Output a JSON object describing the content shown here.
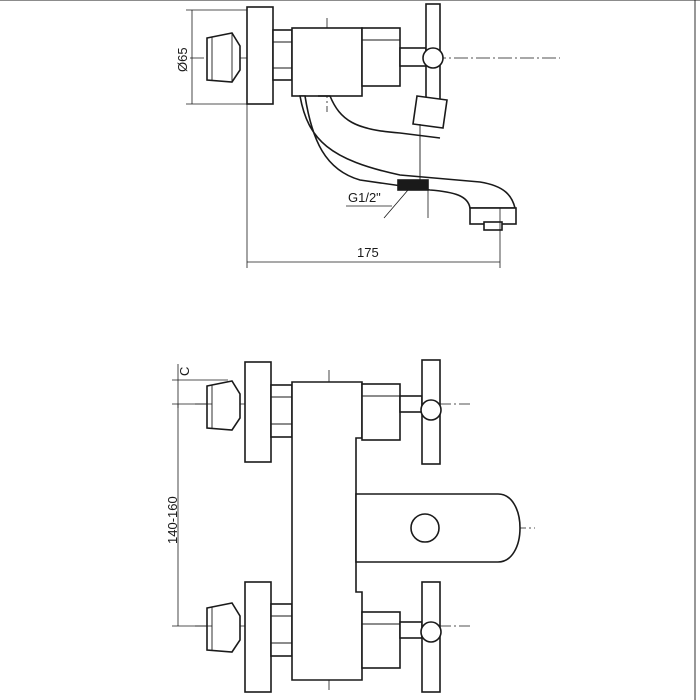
{
  "diagram": {
    "dimensions": {
      "diameter": "Ø65",
      "thread": "G1/2\"",
      "projection": "175",
      "offset": "C",
      "centers": "140-160"
    },
    "colors": {
      "ink": "#1a1a1a",
      "paper": "#ffffff"
    }
  }
}
